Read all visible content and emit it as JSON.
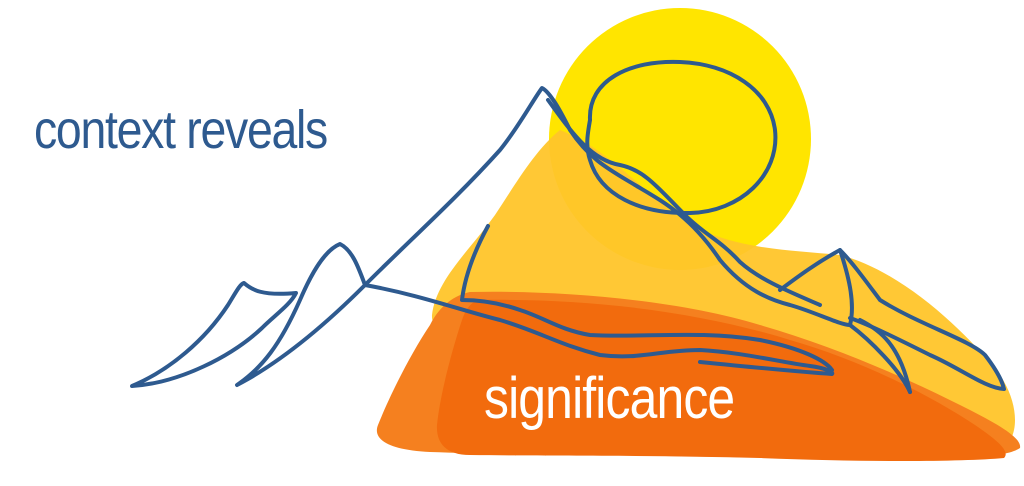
{
  "illustration": {
    "caption_top": "context reveals",
    "caption_bottom": "significance",
    "colors": {
      "sun": "#ffe500",
      "glow": "#ffc52a",
      "field": "#f5801f",
      "field_deep": "#f26b0d",
      "line": "#2e5a8f",
      "caption_bottom_text": "#ffffff"
    },
    "icons": [
      "sun-icon",
      "mountain-range-line-art"
    ]
  }
}
